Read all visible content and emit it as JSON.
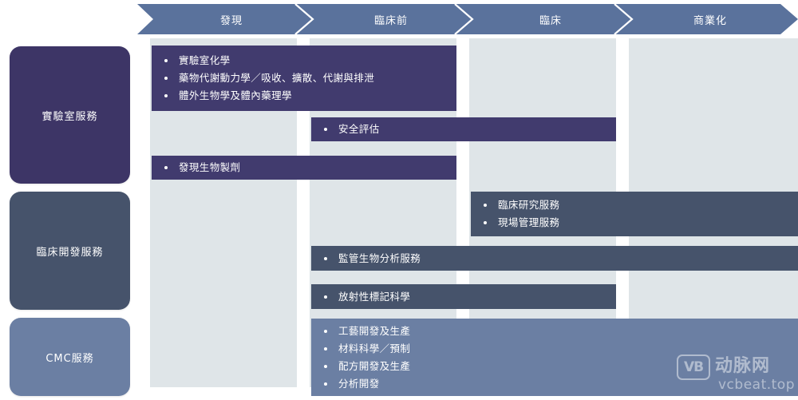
{
  "header": {
    "phases": [
      {
        "label": "發現"
      },
      {
        "label": "臨床前"
      },
      {
        "label": "臨床"
      },
      {
        "label": "商業化"
      }
    ],
    "band_color": "#5a729c",
    "divider_color": "#ffffff"
  },
  "columns": {
    "background_color": "#dfe5e8",
    "count": 4
  },
  "sidebar": {
    "items": [
      {
        "label": "實驗室服務",
        "color": "#3d3566"
      },
      {
        "label": "臨床開發服務",
        "color": "#46536b"
      },
      {
        "label": "CMC服務",
        "color": "#6b7fa3"
      }
    ]
  },
  "bars": [
    {
      "group": "實驗室服務",
      "color": "#413b6e",
      "items": [
        "實驗室化學",
        "藥物代謝動力學／吸收、擴散、代謝與排泄",
        "體外生物學及體內藥理學"
      ]
    },
    {
      "group": "實驗室服務",
      "color": "#413b6e",
      "items": [
        "安全評估"
      ]
    },
    {
      "group": "實驗室服務",
      "color": "#413b6e",
      "items": [
        "發現生物製劑"
      ]
    },
    {
      "group": "臨床開發服務",
      "color": "#46536b",
      "items": [
        "臨床研究服務",
        "現場管理服務"
      ]
    },
    {
      "group": "臨床開發服務",
      "color": "#46536b",
      "items": [
        "監管生物分析服務"
      ]
    },
    {
      "group": "臨床開發服務",
      "color": "#46536b",
      "items": [
        "放射性標記科學"
      ]
    },
    {
      "group": "CMC服務",
      "color": "#6b7fa3",
      "items": [
        "工藝開發及生產",
        "材料科學／預制",
        "配方開發及生產",
        "分析開發"
      ]
    }
  ],
  "watermark": {
    "mark": "VB",
    "name": "动脉网",
    "url": "vcbeat.top"
  }
}
